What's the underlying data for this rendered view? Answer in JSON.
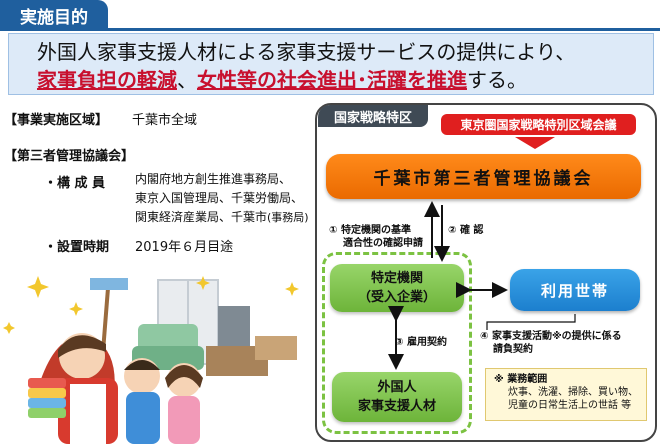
{
  "header": {
    "tab_title": "実施目的"
  },
  "banner": {
    "line1": "外国人家事支援人材による家事支援サービスの提供により、",
    "line2_red1": "家事負担の軽減",
    "line2_sep": "、",
    "line2_red2": "女性等の社会進出･活躍を推進",
    "line2_tail": "する。"
  },
  "left": {
    "area_label": "【事業実施区域】",
    "area_value": "千葉市全域",
    "council_label": "【第三者管理協議会】",
    "members_label": "・構 成 員",
    "members_lines": [
      "内閣府地方創生推進事務局、",
      "東京入国管理局、千葉労働局、"
    ],
    "members_line3": "関東経済産業局、千葉市",
    "members_line3_small": "(事務局)",
    "date_label": "・設置時期",
    "date_value": "2019年６月目途"
  },
  "diagram": {
    "zone_title": "国家戦略特区",
    "tokyo_council": "東京圏国家戦略特別区域会議",
    "chiba_council": "千葉市第三者管理協議会",
    "step1": [
      "① 特定機関の基準",
      "適合性の確認申請"
    ],
    "step2": "② 確 認",
    "certified_org": [
      "特定機関",
      "（受入企業）"
    ],
    "user_household": "利用世帯",
    "step3": "③ 雇用契約",
    "step4": [
      "④ 家事支援活動※の提供に係る",
      "請負契約"
    ],
    "foreign_worker": [
      "外国人",
      "家事支援人材"
    ],
    "scope_title": "※ 業務範囲",
    "scope_lines": [
      "炊事、洗濯、掃除、買い物、",
      "児童の日常生活上の世話 等"
    ]
  },
  "colors": {
    "header_blue": "#1f5f9e",
    "banner_bg": "#ddeaf8",
    "accent_red": "#c8102e",
    "council_orange": "#f07a00",
    "green": "#7cc242",
    "user_blue": "#2690dc"
  }
}
